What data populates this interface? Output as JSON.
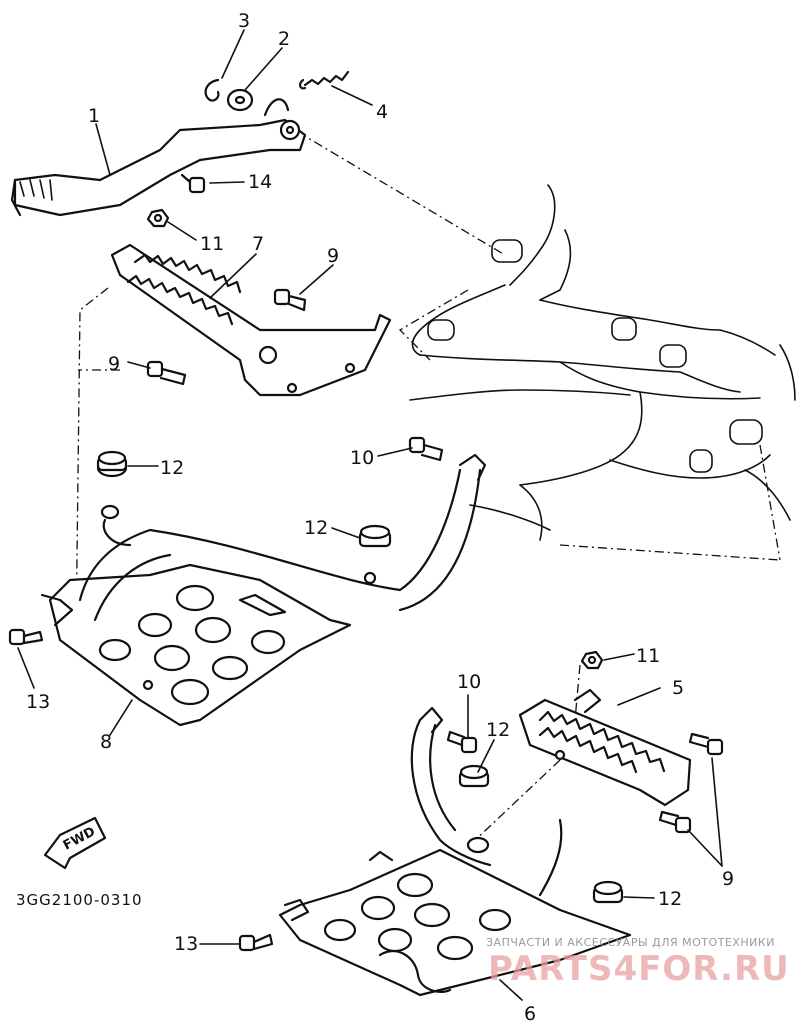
{
  "diagram": {
    "callouts": {
      "c1": "1",
      "c2": "2",
      "c3": "3",
      "c4": "4",
      "c5": "5",
      "c6": "6",
      "c7": "7",
      "c8": "8",
      "c9a": "9",
      "c9b": "9",
      "c9c": "9",
      "c10a": "10",
      "c10b": "10",
      "c11a": "11",
      "c11b": "11",
      "c12a": "12",
      "c12b": "12",
      "c12c": "12",
      "c12d": "12",
      "c13a": "13",
      "c13b": "13",
      "c14": "14"
    },
    "fwd_label": "FWD",
    "drawing_code": "3GG2100-0310"
  },
  "watermark": {
    "tagline": "ЗАПЧАСТИ И АКСЕССУАРЫ ДЛЯ МОТОТЕХНИКИ",
    "site": "PARTS4FOR.RU"
  },
  "colors": {
    "ink": "#111111",
    "background": "#ffffff",
    "watermark_red": "#e8a0a0"
  }
}
